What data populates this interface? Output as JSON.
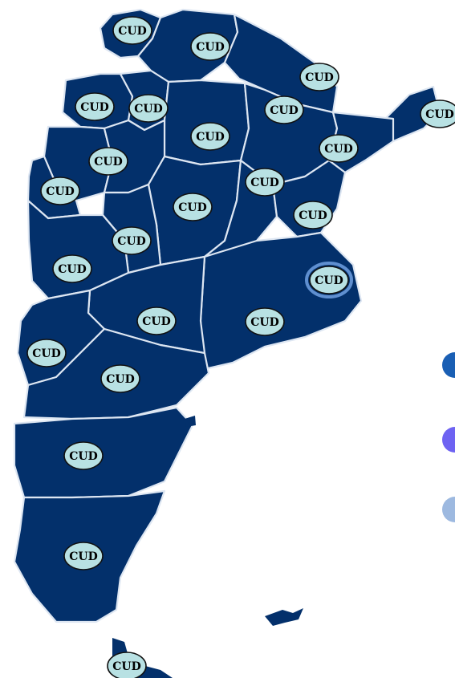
{
  "map": {
    "badge_label": "CUD",
    "colors": {
      "land": "#03306b",
      "border": "#dde6f2",
      "badge_fill": "#b8e1e3",
      "badge_outline": "#111111",
      "highlight_ring": "#5f8fd0"
    },
    "highlighted_badge_index": 17,
    "side_dots": [
      {
        "name": "side-dot-blue",
        "color": "#1a5fb4"
      },
      {
        "name": "side-dot-violet",
        "color": "#6e63f2"
      },
      {
        "name": "side-dot-lightblue",
        "color": "#9db9e0"
      }
    ]
  }
}
